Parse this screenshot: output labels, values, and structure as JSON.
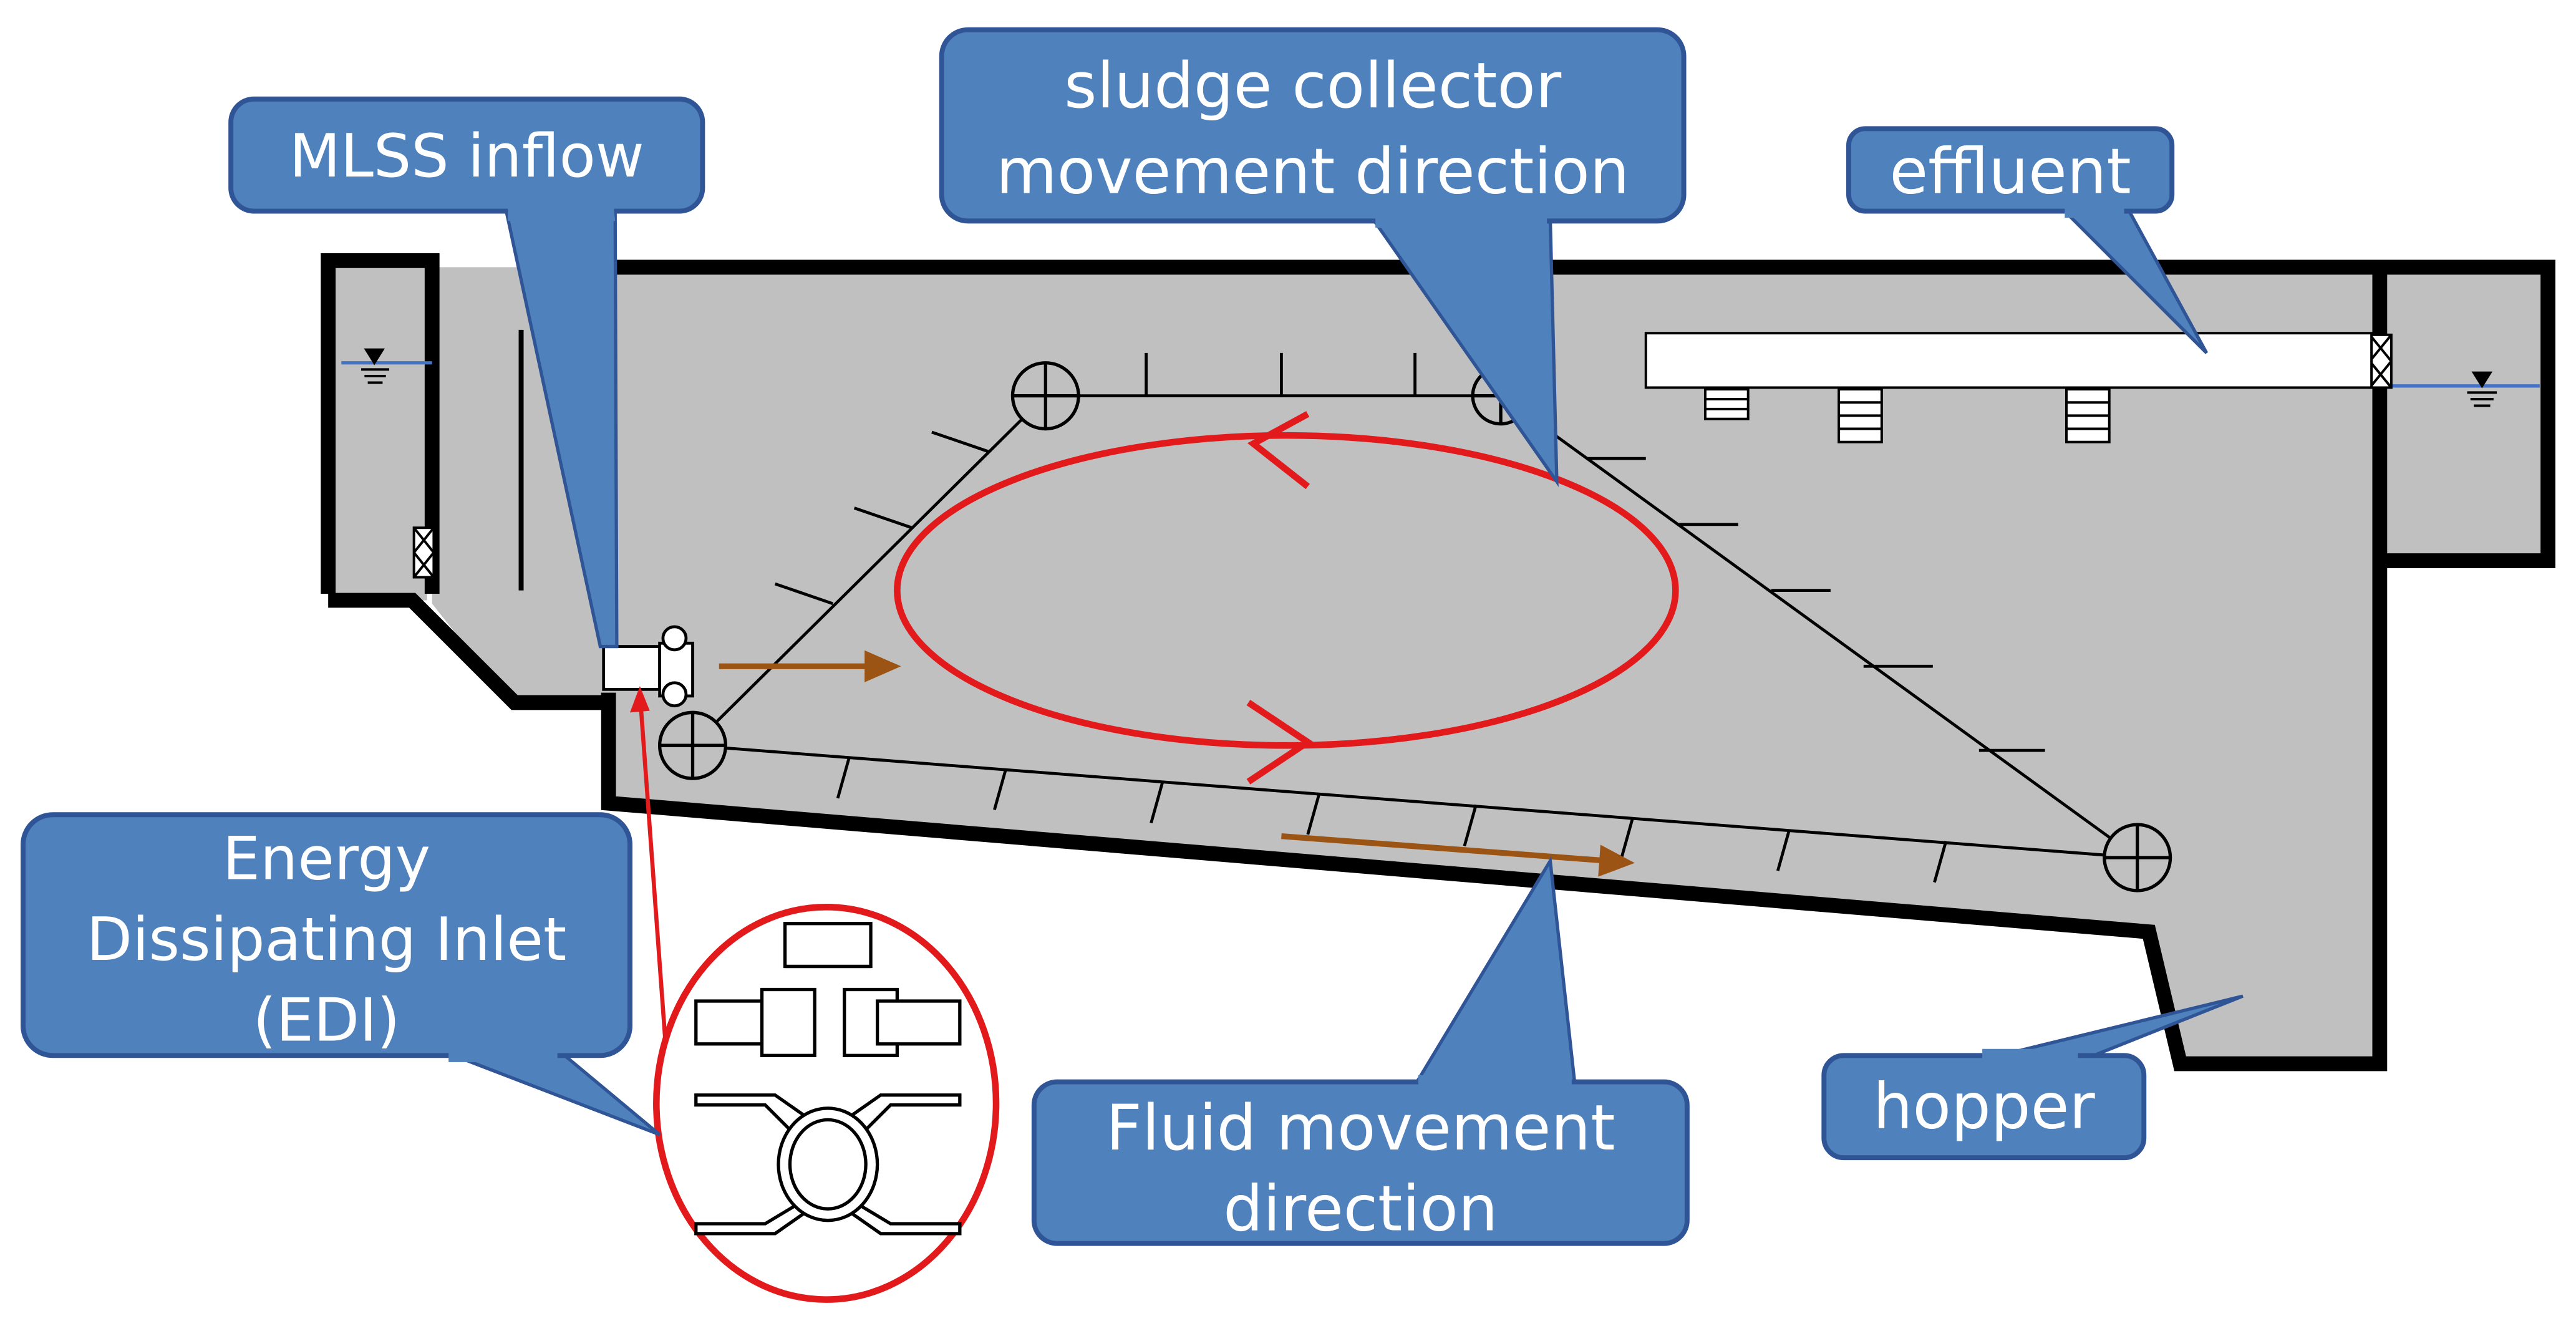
{
  "labels": {
    "mlss_inflow": "MLSS inflow",
    "collector_line1": "sludge collector",
    "collector_line2": "movement direction",
    "effluent": "effluent",
    "edi_line1": "Energy",
    "edi_line2": "Dissipating Inlet",
    "edi_line3": "(EDI)",
    "fluid_line1": "Fluid movement",
    "fluid_line2": "direction",
    "hopper": "hopper"
  },
  "colors": {
    "callout_fill": "#4f81bd",
    "callout_stroke": "#2f5597",
    "tank_fill": "#c0c0c0",
    "wall": "#000000",
    "loop": "#e31a1c",
    "fluid_arrow": "#9c5414",
    "water_line": "#4472c4"
  },
  "icons": [
    "water-level-icon",
    "sprocket-icon",
    "weir-icon",
    "valve-icon"
  ]
}
